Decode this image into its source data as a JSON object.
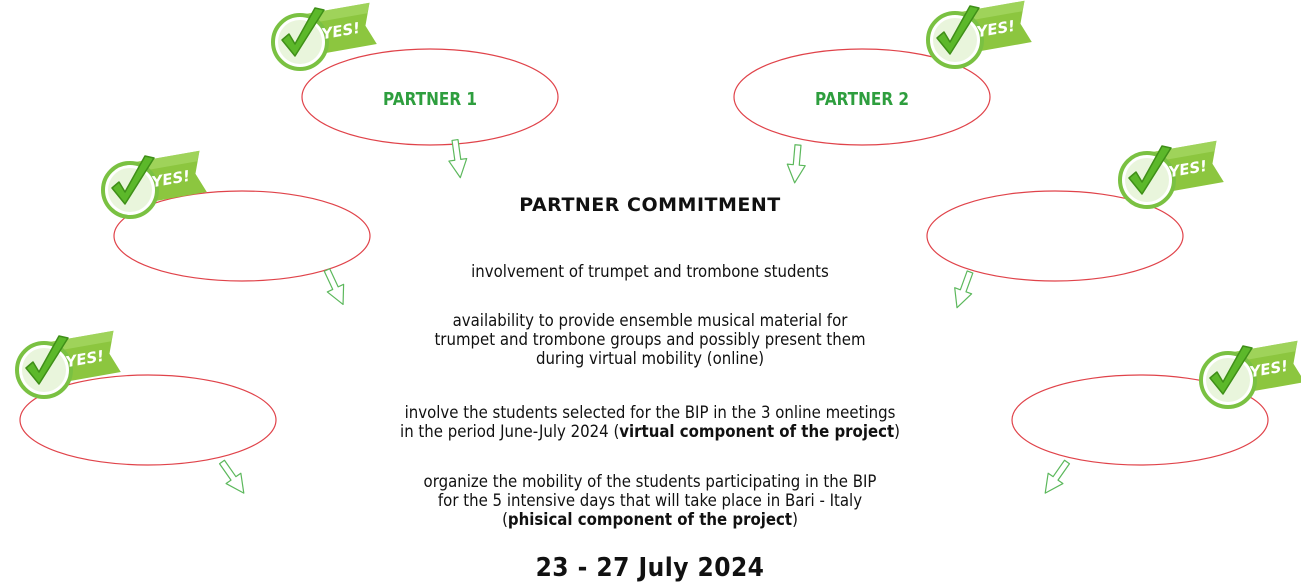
{
  "partners": {
    "p1": {
      "label": "PARTNER 1",
      "badge": "YES!"
    },
    "p2": {
      "label": "PARTNER 2",
      "badge": "YES!"
    },
    "left_mid": {
      "label": "",
      "badge": "YES!"
    },
    "right_mid": {
      "label": "",
      "badge": "YES!"
    },
    "left_low": {
      "label": "",
      "badge": "YES!"
    },
    "right_low": {
      "label": "",
      "badge": "YES!"
    }
  },
  "commitment": {
    "title": "PARTNER COMMITMENT",
    "item1": "involvement of trumpet and trombone students",
    "item2_line1": "availability to provide ensemble musical material for",
    "item2_line2": "trumpet and trombone groups and possibly present them",
    "item2_line3": "during virtual mobility (online)",
    "item3_line1": "involve the students selected for the BIP in the 3 online meetings",
    "item3_line2_pre": "in the period June-July 2024 (",
    "item3_line2_bold": "virtual component of the project",
    "item3_line2_post": ")",
    "item4_line1": "organize the mobility of the students participating in the BIP",
    "item4_line2": "for the 5 intensive days that will take place in Bari - Italy",
    "item4_line3_pre": "(",
    "item4_line3_bold": "phisical component of the project",
    "item4_line3_post": ")",
    "date": "23 - 27 July 2024"
  },
  "colors": {
    "ellipse_stroke": "#e0434a",
    "partner_text": "#2e9e3e",
    "badge_green": "#8cc63f",
    "check_green": "#4caf1e",
    "arrow_stroke": "#5cb85c"
  }
}
